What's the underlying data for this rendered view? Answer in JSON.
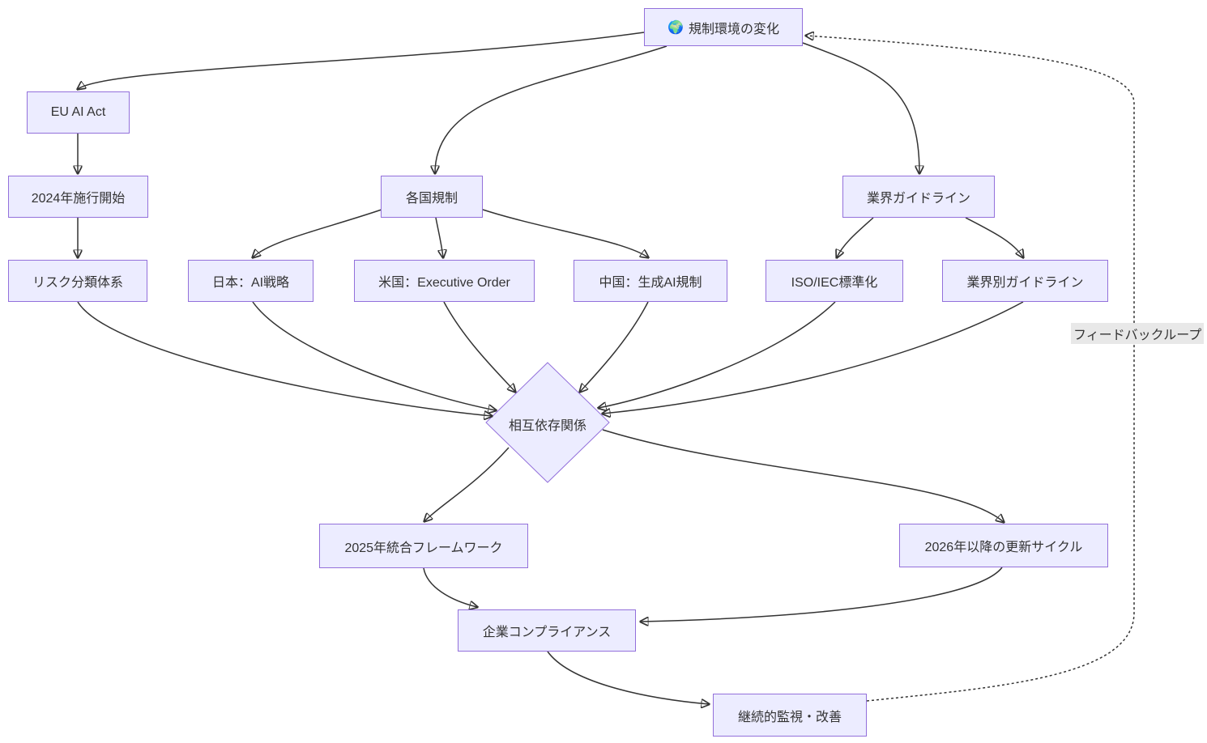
{
  "diagram": {
    "type": "flowchart",
    "nodes": {
      "change": {
        "icon": "🌍",
        "label": "規制環境の変化"
      },
      "eu_ai_act": {
        "label": "EU AI Act"
      },
      "enforcement_2024": {
        "label": "2024年施行開始"
      },
      "risk_classification": {
        "label": "リスク分類体系"
      },
      "national_regulations": {
        "label": "各国規制"
      },
      "japan": {
        "label": "日本：AI戦略"
      },
      "us": {
        "label": "米国：Executive Order"
      },
      "china": {
        "label": "中国：生成AI規制"
      },
      "industry_guidelines": {
        "label": "業界ガイドライン"
      },
      "iso_iec": {
        "label": "ISO/IEC標準化"
      },
      "sector_guidelines": {
        "label": "業界別ガイドライン"
      },
      "interdependence": {
        "label": "相互依存関係"
      },
      "framework_2025": {
        "label": "2025年統合フレームワーク"
      },
      "update_cycle_2026": {
        "label": "2026年以降の更新サイクル"
      },
      "corporate_compliance": {
        "label": "企業コンプライアンス"
      },
      "continuous_monitoring": {
        "label": "継続的監視・改善"
      }
    },
    "edge_labels": {
      "feedback_loop": "フィードバックループ"
    },
    "colors": {
      "node_fill": "#ECECFF",
      "node_border": "#9370DB",
      "edge": "#333333",
      "edge_label_bg": "#E8E8E8",
      "text": "#333333"
    }
  }
}
